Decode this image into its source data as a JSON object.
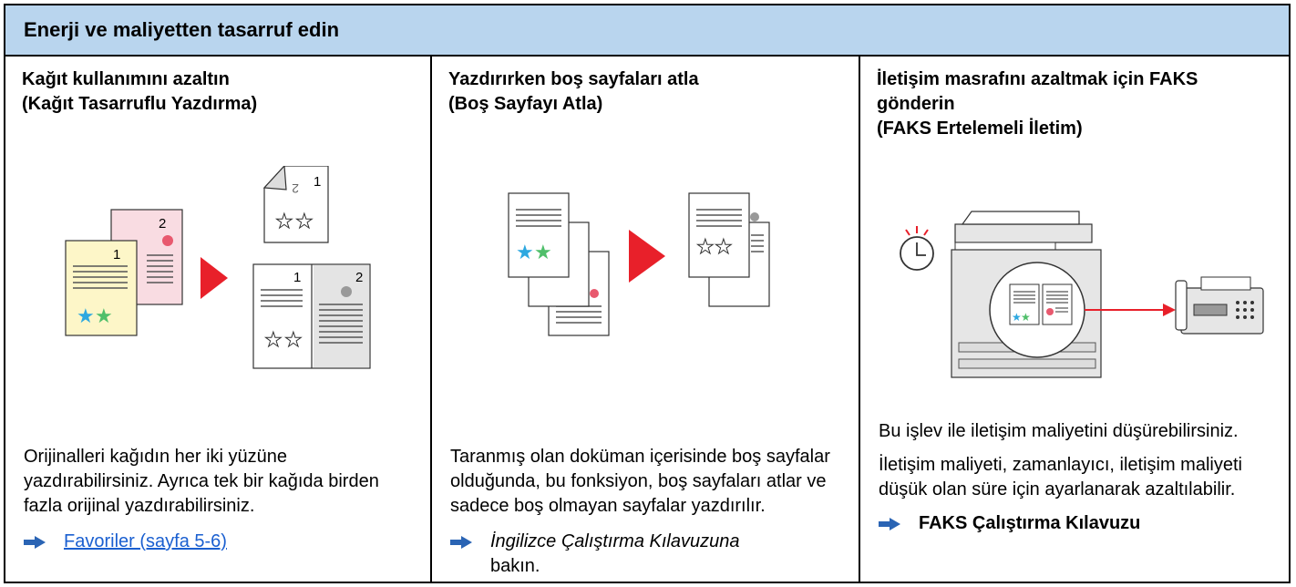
{
  "header": {
    "title": "Enerji ve maliyetten tasarruf edin"
  },
  "columns": [
    {
      "title_line1": "Kağıt kullanımını azaltın",
      "title_line2": "(Kağıt Tasarruflu Yazdırma)",
      "body": "Orijinalleri kağıdın her iki yüzüne yazdırabilirsiniz. Ayrıca tek bir kağıda birden fazla orijinal yazdırabilirsiniz.",
      "ref_link": "Favoriler (sayfa 5-6)",
      "page_nums": [
        "1",
        "2",
        "1",
        "2",
        "1",
        "2"
      ]
    },
    {
      "title_line1": "Yazdırırken boş sayfaları atla",
      "title_line2": "(Boş Sayfayı Atla)",
      "body": "Taranmış olan doküman içerisinde boş sayfalar olduğunda, bu fonksiyon, boş sayfaları atlar ve sadece boş olmayan sayfalar yazdırılır.",
      "ref_italic": "İngilizce Çalıştırma Kılavuzuna",
      "ref_plain": "bakın."
    },
    {
      "title_line1": "İletişim masrafını azaltmak için FAKS",
      "title_line2": "gönderin",
      "title_line3": "(FAKS Ertelemeli İletim)",
      "body1": "Bu işlev ile iletişim maliyetini düşürebilirsiniz.",
      "body2": "İletişim maliyeti, zamanlayıcı, iletişim maliyeti düşük olan süre için ayarlanarak azaltılabilir.",
      "ref_bold": "FAKS Çalıştırma Kılavuzu"
    }
  ],
  "colors": {
    "header_bg": "#b9d5ee",
    "accent_red": "#e8202a",
    "link": "#1a5fd0",
    "arrow": "#2a64b4"
  },
  "icons": [
    "duplex-illustration-icon",
    "skip-blank-page-illustration-icon",
    "fax-delayed-illustration-icon",
    "arrow-right-icon"
  ]
}
